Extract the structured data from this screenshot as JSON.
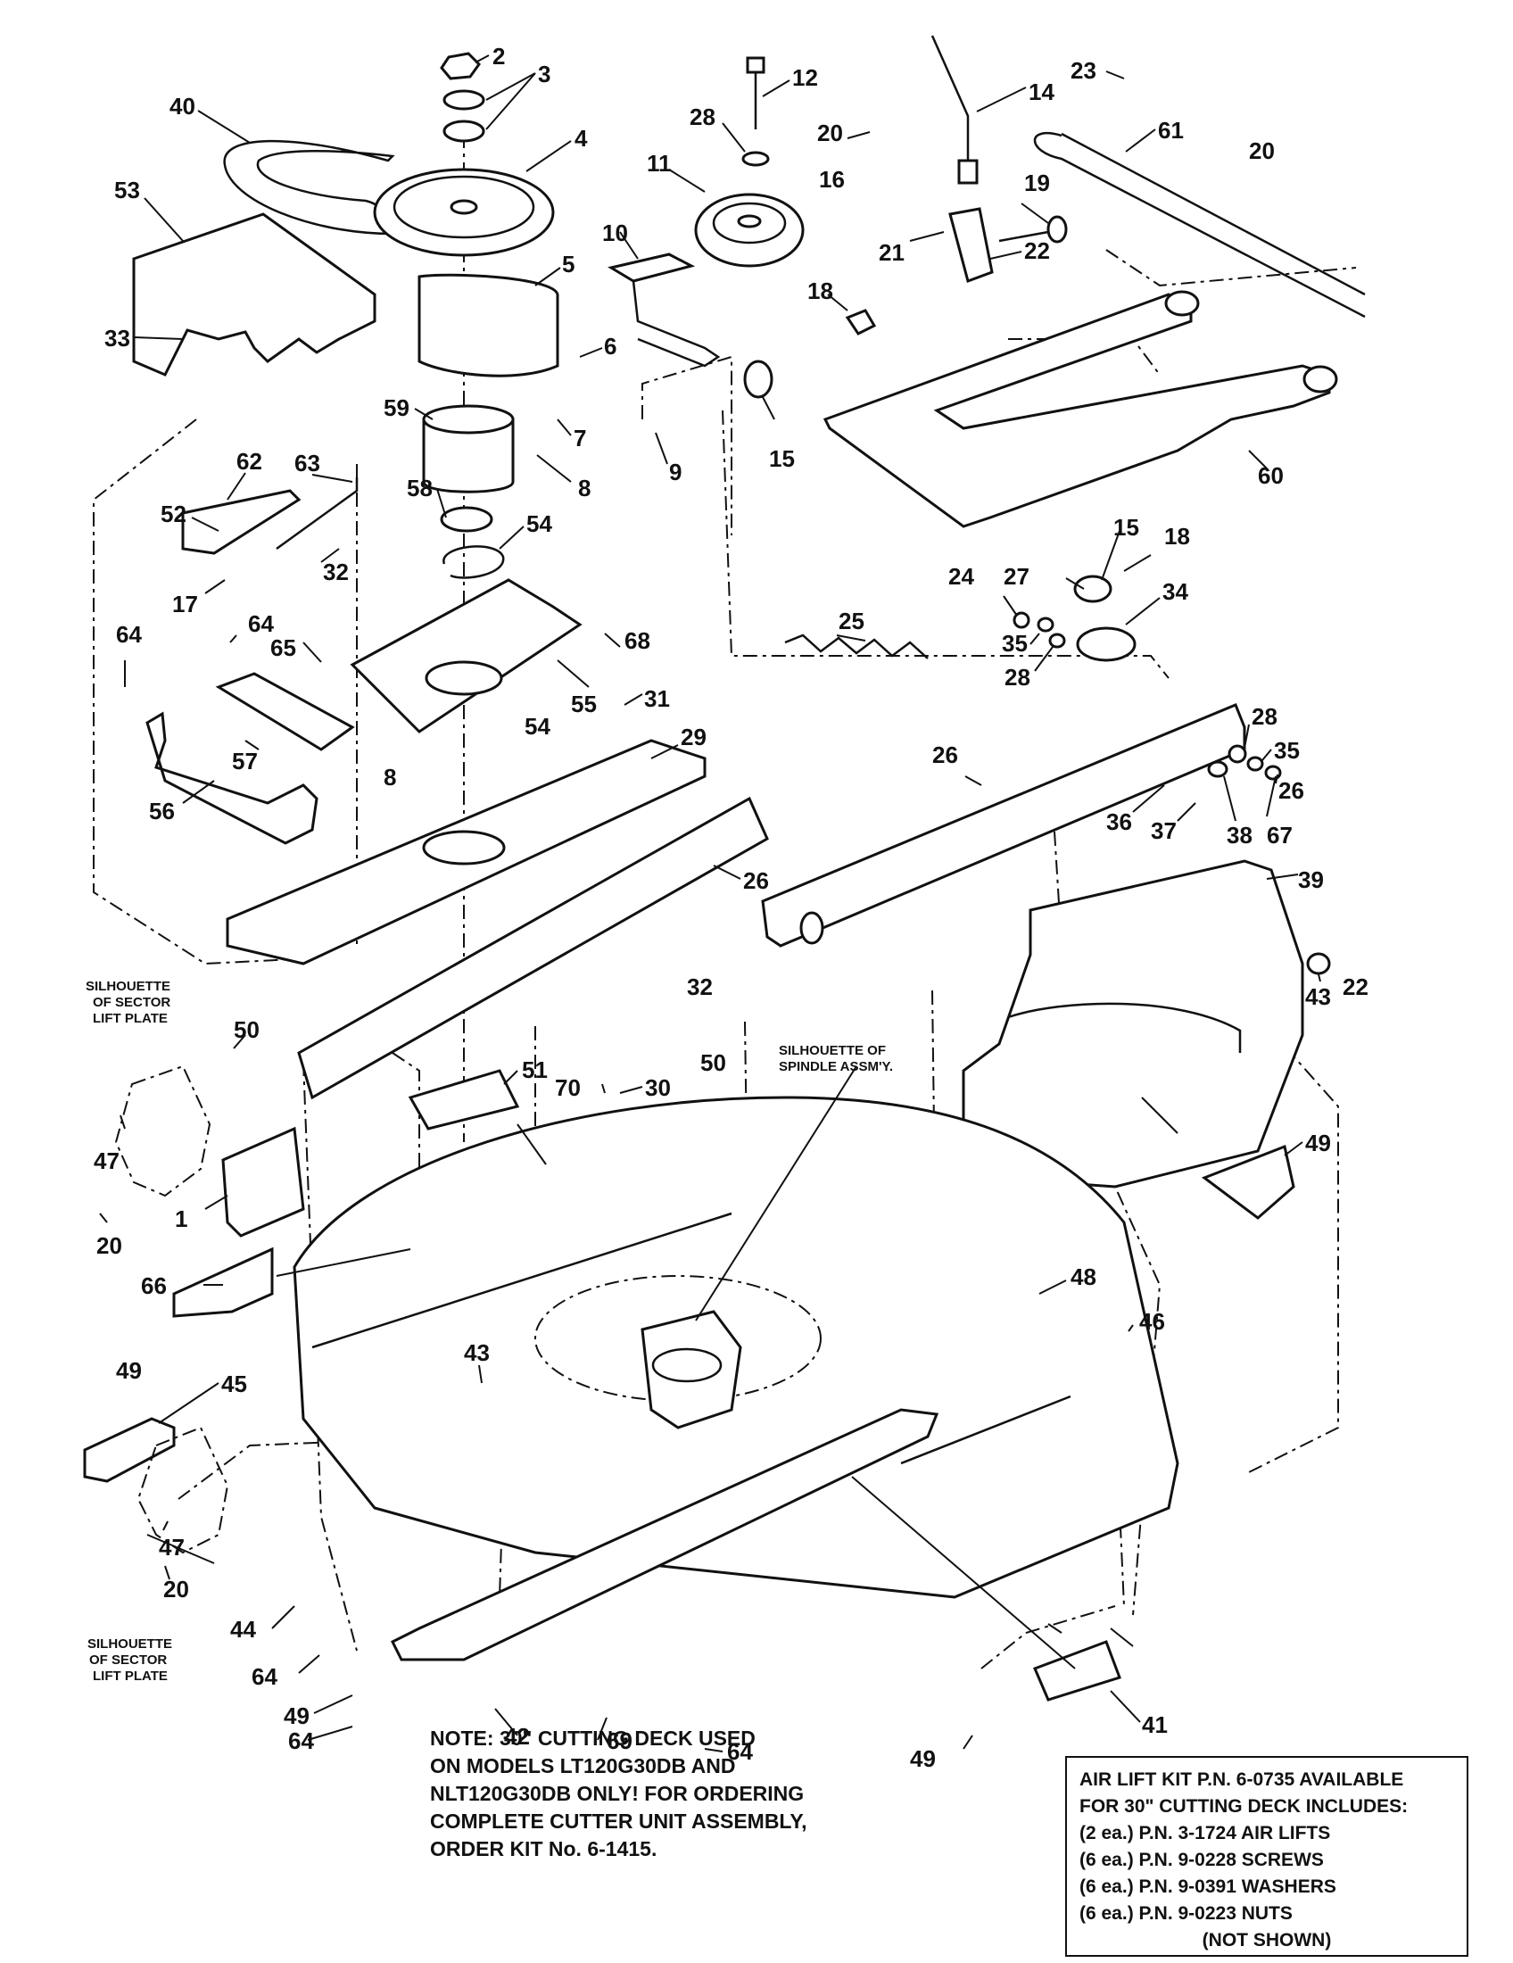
{
  "callouts": [
    {
      "id": "2"
    },
    {
      "id": "3"
    },
    {
      "id": "4"
    },
    {
      "id": "40"
    },
    {
      "id": "53"
    },
    {
      "id": "33"
    },
    {
      "id": "5"
    },
    {
      "id": "6"
    },
    {
      "id": "59"
    },
    {
      "id": "7"
    },
    {
      "id": "8"
    },
    {
      "id": "9"
    },
    {
      "id": "58"
    },
    {
      "id": "54"
    },
    {
      "id": "12"
    },
    {
      "id": "28"
    },
    {
      "id": "11"
    },
    {
      "id": "10"
    },
    {
      "id": "18"
    },
    {
      "id": "15"
    },
    {
      "id": "20"
    },
    {
      "id": "16"
    },
    {
      "id": "14"
    },
    {
      "id": "19"
    },
    {
      "id": "22"
    },
    {
      "id": "21"
    },
    {
      "id": "23"
    },
    {
      "id": "61"
    },
    {
      "id": "60"
    },
    {
      "id": "62"
    },
    {
      "id": "63"
    },
    {
      "id": "52"
    },
    {
      "id": "17"
    },
    {
      "id": "32"
    },
    {
      "id": "64"
    },
    {
      "id": "65"
    },
    {
      "id": "57"
    },
    {
      "id": "56"
    },
    {
      "id": "68"
    },
    {
      "id": "55"
    },
    {
      "id": "31"
    },
    {
      "id": "29"
    },
    {
      "id": "26"
    },
    {
      "id": "25"
    },
    {
      "id": "24"
    },
    {
      "id": "27"
    },
    {
      "id": "34"
    },
    {
      "id": "35"
    },
    {
      "id": "36"
    },
    {
      "id": "37"
    },
    {
      "id": "38"
    },
    {
      "id": "67"
    },
    {
      "id": "39"
    },
    {
      "id": "43"
    },
    {
      "id": "49"
    },
    {
      "id": "50"
    },
    {
      "id": "51"
    },
    {
      "id": "70"
    },
    {
      "id": "30"
    },
    {
      "id": "47"
    },
    {
      "id": "1"
    },
    {
      "id": "66"
    },
    {
      "id": "48"
    },
    {
      "id": "46"
    },
    {
      "id": "45"
    },
    {
      "id": "44"
    },
    {
      "id": "42"
    },
    {
      "id": "69"
    },
    {
      "id": "41"
    }
  ],
  "captions": {
    "sector_top_1": "SILHOUETTE",
    "sector_top_2": "OF SECTOR",
    "sector_top_3": "LIFT PLATE",
    "spindle_1": "SILHOUETTE OF",
    "spindle_2": "SPINDLE ASSM'Y.",
    "sector_bottom_1": "SILHOUETTE",
    "sector_bottom_2": "OF SECTOR",
    "sector_bottom_3": "LIFT PLATE"
  },
  "note": {
    "lines": [
      "NOTE:  30\" CUTTING DECK USED",
      "ON MODELS LT120G30DB AND",
      "NLT120G30DB ONLY! FOR ORDERING",
      "COMPLETE CUTTER UNIT ASSEMBLY,",
      "ORDER KIT No. 6-1415."
    ]
  },
  "kit": {
    "lines": [
      "AIR LIFT KIT P.N. 6-0735 AVAILABLE",
      "FOR 30\" CUTTING DECK INCLUDES:",
      "(2 ea.) P.N. 3-1724 AIR LIFTS",
      "(6 ea.) P.N. 9-0228 SCREWS",
      "(6 ea.) P.N. 9-0391 WASHERS",
      "(6 ea.) P.N. 9-0223 NUTS",
      "(NOT SHOWN)"
    ]
  }
}
